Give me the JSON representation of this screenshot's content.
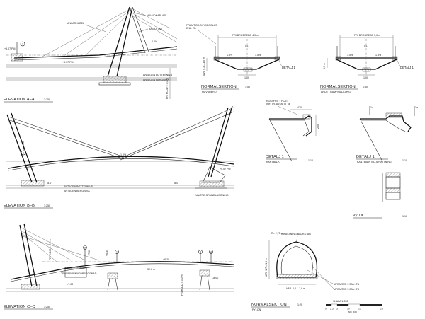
{
  "elevation_aa": {
    "title": "ELEVATION A–A",
    "scale": "1:250",
    "labels": {
      "ankarkabel": "ANKARKABEL",
      "huvudkablar": "HUVUDKABLAR",
      "backstag": "BACKSTAG",
      "pm_left": "+5.07 PM",
      "pm": "+5.07 PM",
      "gradient": "2.0%",
      "bottom1": "ANTAGEN BOTTENNIVÅ",
      "bottom2": "ANTAGEN BERGNIVÅ",
      "vertical": "FRI HÖJD = 3,0 m",
      "marker": "1"
    }
  },
  "elevation_bb": {
    "title": "ELEVATION B–B",
    "scale": "1:250",
    "labels": {
      "pm": "+0.07 PM",
      "gradient": "1.0%",
      "level_left": "-8.0",
      "level_right": "-8.0",
      "bottom1": "ANTAGEN BOTTENNIVÅ",
      "bottom2": "ANTAGEN BERGNIVÅ",
      "valtgrund": "VALTRE GRUNDLÄGGNING",
      "marker": "1"
    }
  },
  "elevation_cc": {
    "title": "ELEVATION C–C",
    "scale": "1:250",
    "labels": {
      "upper_left": "+7.00",
      "upper_mid": "+6.35",
      "upper_right": "+6.20",
      "span": "32.0 m",
      "low_left": "-7.00",
      "low_right": "-8.00",
      "tower_left": "FRI HÖJD = 3,0 m",
      "tower_right": "FRI HÖJD = 3,0 m",
      "transformator": "TRANSFORMATORBYGGNAD",
      "markers": [
        "2",
        "1",
        "3",
        "4"
      ]
    }
  },
  "normal_section_1": {
    "title": "NORMALSEKTION",
    "subtitle": "HUVUDBRO",
    "scale": "1:50",
    "labels": {
      "top_note1": "FRAMTIDA SKYDDSGLAS",
      "top_note2": "ENL. TB",
      "width": "FRI BROBREDD 4,0 m",
      "cl": "CL",
      "slope_left": "1.5%",
      "slope_right": "1.5%",
      "depth": "VAR. 0,3 – 1,0 m",
      "bottom": "1.00",
      "detail": "DETALJ 1"
    }
  },
  "normal_section_2": {
    "title": "NORMALSEKTION",
    "subtitle": "ANDE - RAMP/BALKONG",
    "scale": "1:50",
    "labels": {
      "width": "FRI BROBREDD 5,0 m",
      "cl": "CL",
      "slope_left": "1.5%",
      "slope_right": "1.5%",
      "depth": "0,3 m",
      "bottom": "1.00",
      "detail": "DETALJ 1"
    }
  },
  "detail_1": {
    "title": "DETALJ 1",
    "subtitle": "KANTBALK",
    "scale": "1:10",
    "labels": {
      "note1": "ROSTFRITT PLÅT",
      "note2": "INF. TR. AVSNITT 6B",
      "dim_top": "470",
      "dim_side": "240"
    }
  },
  "detail_2": {
    "title": "DETALJ 1",
    "subtitle": "KANTBALK VID AVVATTNING",
    "scale": "1:10",
    "labels": {
      "marker_a": "1a",
      "marker_b": "1a"
    }
  },
  "view_1a": {
    "title": "Vy 1a",
    "scale": "1:10"
  },
  "normal_section_pylon": {
    "title": "NORMALSEKTION",
    "subtitle": "PYLON",
    "scale": "1:20",
    "labels": {
      "top": "INFÄSTNING BACKSTAG",
      "radius": "R= 2,75 m",
      "height": "VAR. 1,7 – 1,9 m",
      "width": "VAR. 1,6 – 1,8 m",
      "arm1": "ARMATUR 2 ENL. TB",
      "arm2": "ARMATUR 5 ENL. TB"
    }
  },
  "scale_bar": {
    "title": "SKALA 1:250",
    "ticks": [
      "0",
      "2.5",
      "5",
      "10",
      "15",
      "25"
    ],
    "unit": "METER"
  }
}
